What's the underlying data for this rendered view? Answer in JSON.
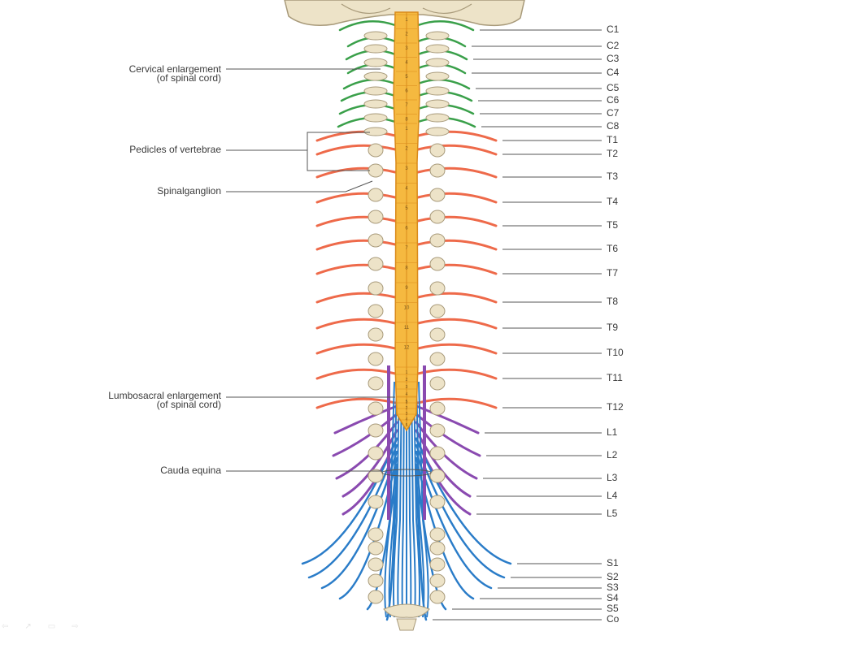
{
  "figure": {
    "title": "Spinal cord and spinal nerves (posterior view)",
    "colors": {
      "cervical": "#3aa04a",
      "thoracic": "#ee6a4a",
      "lumbar": "#8a4ab0",
      "sacral": "#2a7cc8",
      "cord": "#f5b940",
      "cord_edge": "#d98a1a",
      "bone": "#ede3c8",
      "bone_edge": "#a89a7a",
      "leader": "#555555",
      "text": "#3a3a3a"
    }
  },
  "left_labels": [
    {
      "id": "cervical-enlargement",
      "line1": "Cervical enlargement",
      "line2": "(of spinal cord)"
    },
    {
      "id": "pedicles",
      "line1": "Pedicles of vertebrae",
      "line2": ""
    },
    {
      "id": "spinal-ganglion",
      "line1": "Spinalganglion",
      "line2": ""
    },
    {
      "id": "lumbosacral-enlargement",
      "line1": "Lumbosacral enlargement",
      "line2": "(of spinal cord)"
    },
    {
      "id": "cauda-equina",
      "line1": "Cauda equina",
      "line2": ""
    }
  ],
  "nerves": [
    {
      "label": "C1",
      "region": "cervical"
    },
    {
      "label": "C2",
      "region": "cervical"
    },
    {
      "label": "C3",
      "region": "cervical"
    },
    {
      "label": "C4",
      "region": "cervical"
    },
    {
      "label": "C5",
      "region": "cervical"
    },
    {
      "label": "C6",
      "region": "cervical"
    },
    {
      "label": "C7",
      "region": "cervical"
    },
    {
      "label": "C8",
      "region": "cervical"
    },
    {
      "label": "T1",
      "region": "thoracic"
    },
    {
      "label": "T2",
      "region": "thoracic"
    },
    {
      "label": "T3",
      "region": "thoracic"
    },
    {
      "label": "T4",
      "region": "thoracic"
    },
    {
      "label": "T5",
      "region": "thoracic"
    },
    {
      "label": "T6",
      "region": "thoracic"
    },
    {
      "label": "T7",
      "region": "thoracic"
    },
    {
      "label": "T8",
      "region": "thoracic"
    },
    {
      "label": "T9",
      "region": "thoracic"
    },
    {
      "label": "T10",
      "region": "thoracic"
    },
    {
      "label": "T11",
      "region": "thoracic"
    },
    {
      "label": "T12",
      "region": "thoracic"
    },
    {
      "label": "L1",
      "region": "lumbar"
    },
    {
      "label": "L2",
      "region": "lumbar"
    },
    {
      "label": "L3",
      "region": "lumbar"
    },
    {
      "label": "L4",
      "region": "lumbar"
    },
    {
      "label": "L5",
      "region": "lumbar"
    },
    {
      "label": "S1",
      "region": "sacral"
    },
    {
      "label": "S2",
      "region": "sacral"
    },
    {
      "label": "S3",
      "region": "sacral"
    },
    {
      "label": "S4",
      "region": "sacral"
    },
    {
      "label": "S5",
      "region": "sacral"
    },
    {
      "label": "Co",
      "region": "sacral"
    }
  ],
  "cord_segments": {
    "cervical": [
      "1",
      "2",
      "3",
      "4",
      "5",
      "6",
      "7",
      "8"
    ],
    "thoracic": [
      "1",
      "2",
      "3",
      "4",
      "5",
      "6",
      "7",
      "8",
      "9",
      "10",
      "11",
      "12"
    ],
    "lumbar": [
      "1",
      "2",
      "3",
      "4",
      "5"
    ],
    "sacral": [
      "1",
      "2",
      "3",
      "4",
      "5"
    ]
  },
  "slideshow_nav": [
    {
      "name": "previous-slide-icon",
      "glyph": "⇦"
    },
    {
      "name": "pointer-icon",
      "glyph": "↗"
    },
    {
      "name": "menu-icon",
      "glyph": "▭"
    },
    {
      "name": "next-slide-icon",
      "glyph": "⇨"
    }
  ]
}
